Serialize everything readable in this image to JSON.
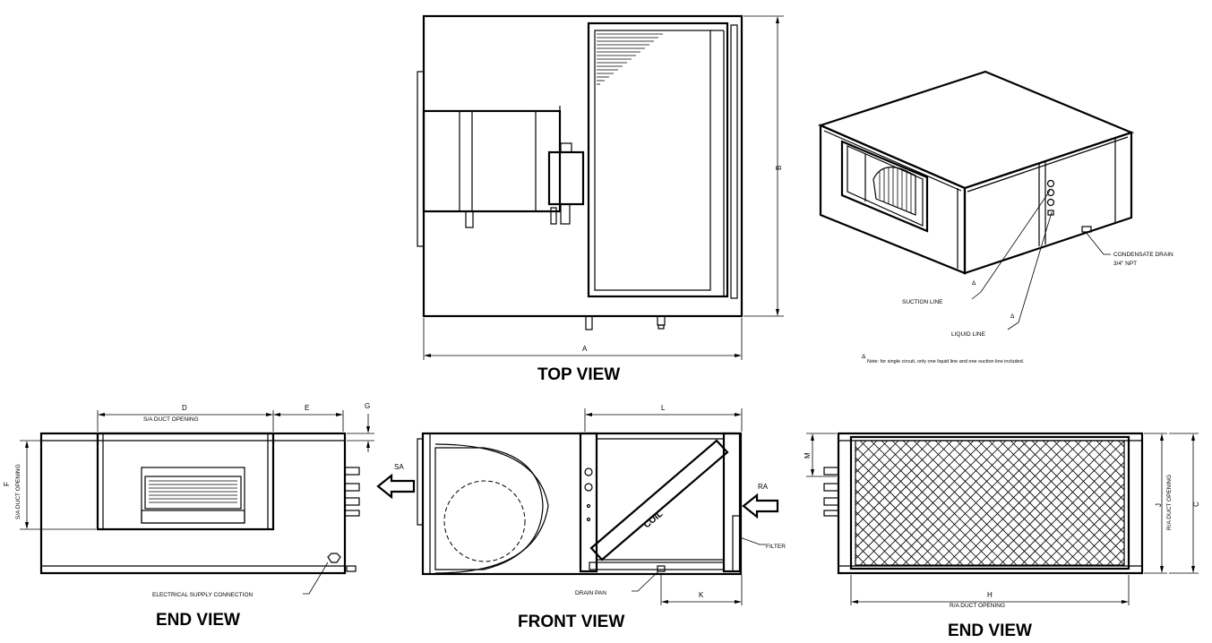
{
  "views": {
    "top_title": "TOP VIEW",
    "end_title_left": "END VIEW",
    "front_title": "FRONT VIEW",
    "end_title_right": "END VIEW"
  },
  "dimensions": {
    "A": "A",
    "B": "B",
    "C": "C",
    "D": "D",
    "E": "E",
    "F": "F",
    "G": "G",
    "H": "H",
    "J": "J",
    "K": "K",
    "L": "L",
    "M": "M"
  },
  "labels": {
    "sa_duct_opening": "S/A DUCT OPENING",
    "ra_duct_opening": "R/A DUCT OPENING",
    "electrical_supply": "ELECTRICAL SUPPLY CONNECTION",
    "drain_pan": "DRAIN PAN",
    "filter": "FILTER",
    "coil": "COIL",
    "sa_arrow": "SA",
    "ra_arrow": "RA",
    "condensate_drain_1": "CONDENSATE DRAIN",
    "condensate_drain_2": "3/4\" NPT",
    "suction_line": "SUCTION LINE",
    "liquid_line": "LIQUID LINE",
    "note_marker": "Δ",
    "note_text": "Note: for single circuit, only one liquid line and one suction line included."
  }
}
